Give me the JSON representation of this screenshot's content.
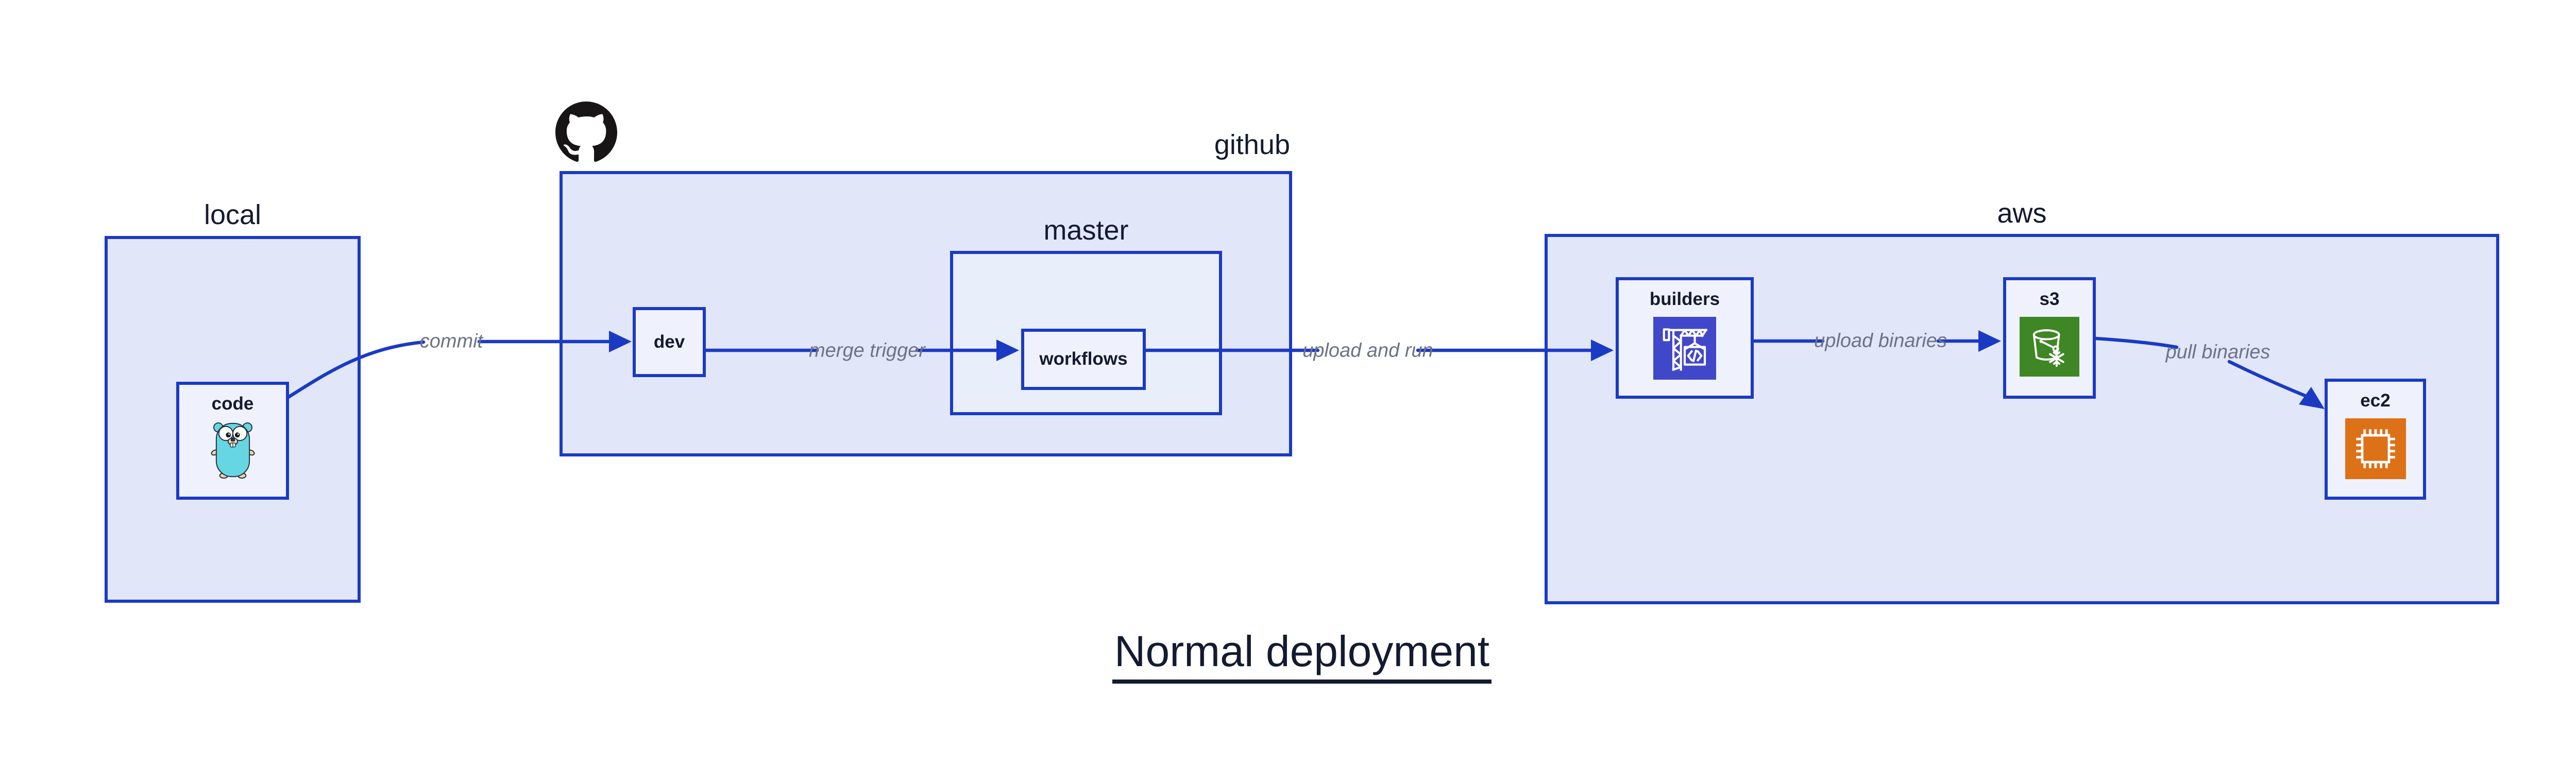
{
  "title": "Normal deployment",
  "containers": {
    "local": {
      "label": "local"
    },
    "github": {
      "label": "github"
    },
    "master": {
      "label": "master"
    },
    "aws": {
      "label": "aws"
    }
  },
  "nodes": {
    "code": {
      "label": "code",
      "icon": "go-gopher-icon"
    },
    "dev": {
      "label": "dev"
    },
    "workflows": {
      "label": "workflows"
    },
    "builders": {
      "label": "builders",
      "icon": "codebuild-crane-icon",
      "icon_bg": "#4147c9"
    },
    "s3": {
      "label": "s3",
      "icon": "s3-glacier-bucket-icon",
      "icon_bg": "#3f8624"
    },
    "ec2": {
      "label": "ec2",
      "icon": "ec2-chip-icon",
      "icon_bg": "#dd7118"
    }
  },
  "edges": {
    "commit": {
      "label": "commit",
      "from": "code",
      "to": "dev"
    },
    "merge_trigger": {
      "label": "merge trigger",
      "from": "dev",
      "to": "workflows"
    },
    "upload_and_run": {
      "label": "upload and run",
      "from": "workflows",
      "to": "builders"
    },
    "upload_binaries": {
      "label": "upload binaries",
      "from": "builders",
      "to": "s3"
    },
    "pull_binaries": {
      "label": "pull binaries",
      "from": "s3",
      "to": "ec2"
    }
  },
  "logo": {
    "github_mark": "github-octocat-icon"
  },
  "colors": {
    "stroke_blue": "#1b3ac4",
    "container_fill": "#e1e7f9",
    "subcontainer_fill": "#e9eefb",
    "node_fill": "#eff2fc",
    "label_ink": "#141a30",
    "edge_label_gray": "#6d7285",
    "github_logo_black": "#171515",
    "gopher_teal": "#66d6e2",
    "builders_icon_bg": "#4147c9",
    "s3_icon_bg": "#3f8624",
    "ec2_icon_bg": "#dd7118"
  }
}
